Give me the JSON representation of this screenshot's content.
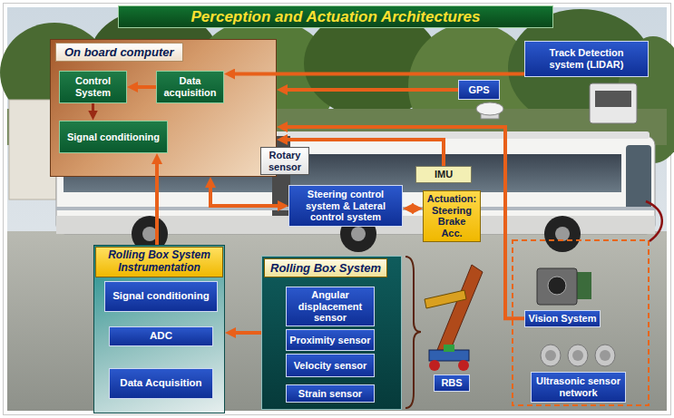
{
  "diagram": {
    "title": "Perception and Actuation Architectures",
    "nodes": [
      {
        "text": [
          "On board computer"
        ]
      },
      {
        "text": [
          "Control System"
        ],
        "in": 0
      },
      {
        "text": [
          "Data acquisition"
        ],
        "in": 0
      },
      {
        "text": [
          "Signal conditioning"
        ],
        "in": 0
      },
      {
        "text": [
          "Track Detection system (LIDAR)"
        ]
      },
      {
        "text": [
          "GPS"
        ]
      },
      {
        "text": [
          "Rotary sensor"
        ]
      },
      {
        "text": [
          "IMU"
        ]
      },
      {
        "text": [
          "Steering control system & Lateral control system"
        ]
      },
      {
        "text": [
          "Actuation: Steering Brake Acc."
        ]
      },
      {
        "text": [
          "Rolling Box System Instrumentation"
        ]
      },
      {
        "text": [
          "Signal conditioning"
        ],
        "in": 10
      },
      {
        "text": [
          "ADC"
        ],
        "in": 10
      },
      {
        "text": [
          "Data Acquisition"
        ],
        "in": 10
      },
      {
        "text": [
          "Rolling Box System"
        ]
      },
      {
        "text": [
          "Angular displacement sensor"
        ],
        "in": 14
      },
      {
        "text": [
          "Proximity sensor"
        ],
        "in": 14
      },
      {
        "text": [
          "Velocity sensor"
        ],
        "in": 14
      },
      {
        "text": [
          "Strain sensor"
        ],
        "in": 14
      },
      {
        "text": [
          "RBS"
        ]
      },
      {
        "text": [
          "Vision System"
        ]
      },
      {
        "text": [
          "Ultrasonic sensor network"
        ]
      }
    ],
    "edges": [
      {
        "from": 2,
        "to": 1,
        "arrow": "to"
      },
      {
        "from": 1,
        "to": 3,
        "arrow": "to"
      },
      {
        "from": 4,
        "to": 2,
        "arrow": "to"
      },
      {
        "from": 5,
        "to": 0,
        "arrow": "to"
      },
      {
        "from": 7,
        "to": 0,
        "arrow": "to"
      },
      {
        "from": 20,
        "to": 0,
        "arrow": "to"
      },
      {
        "from": 8,
        "to": 0,
        "arrow": "both"
      },
      {
        "from": 8,
        "to": 9,
        "arrow": "both"
      },
      {
        "from": 10,
        "to": 3,
        "arrow": "to"
      },
      {
        "from": 14,
        "to": 10,
        "arrow": "to"
      }
    ]
  }
}
